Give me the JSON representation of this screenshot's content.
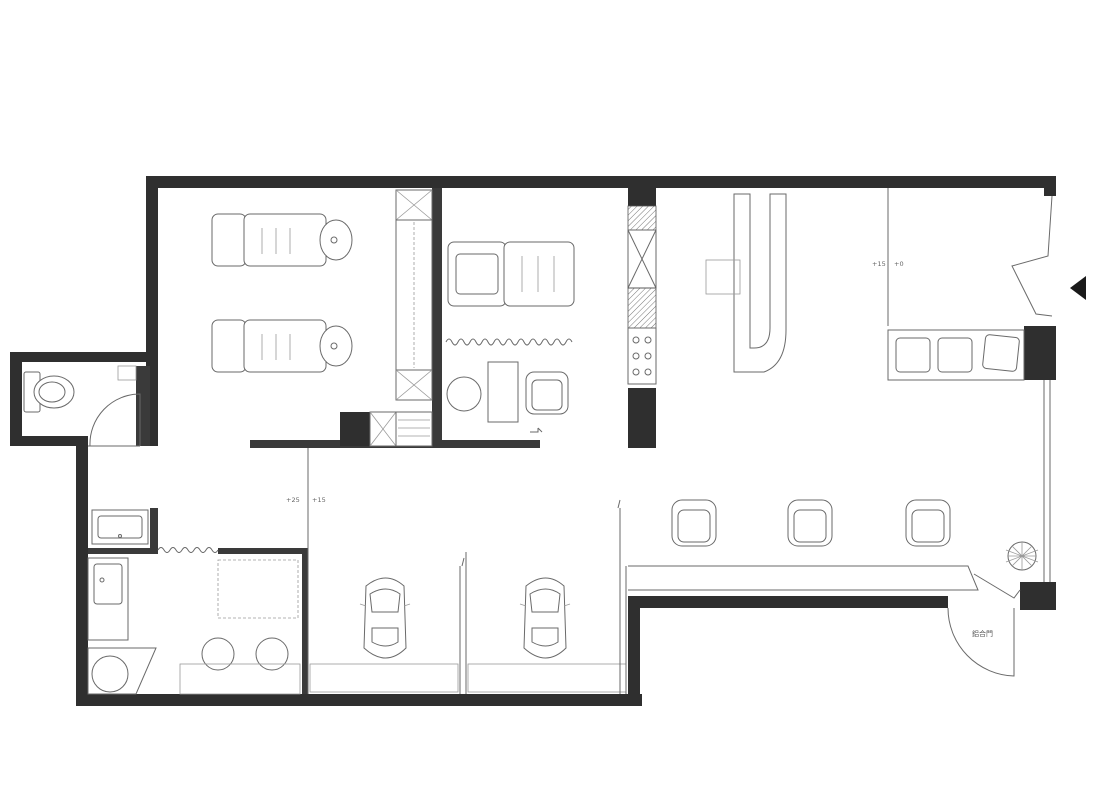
{
  "labels": {
    "level_a": "+15",
    "level_b": "+0",
    "level_c": "+25",
    "level_d": "+15",
    "door_text": "鋁合門"
  },
  "colors": {
    "wall": "#2f2f2f",
    "line": "#6a6a6a",
    "background": "#ffffff"
  },
  "icons": {
    "entrance": "entrance-arrow-icon",
    "plant": "potted-plant-icon",
    "toilet": "toilet-icon",
    "car": "car-icon"
  }
}
